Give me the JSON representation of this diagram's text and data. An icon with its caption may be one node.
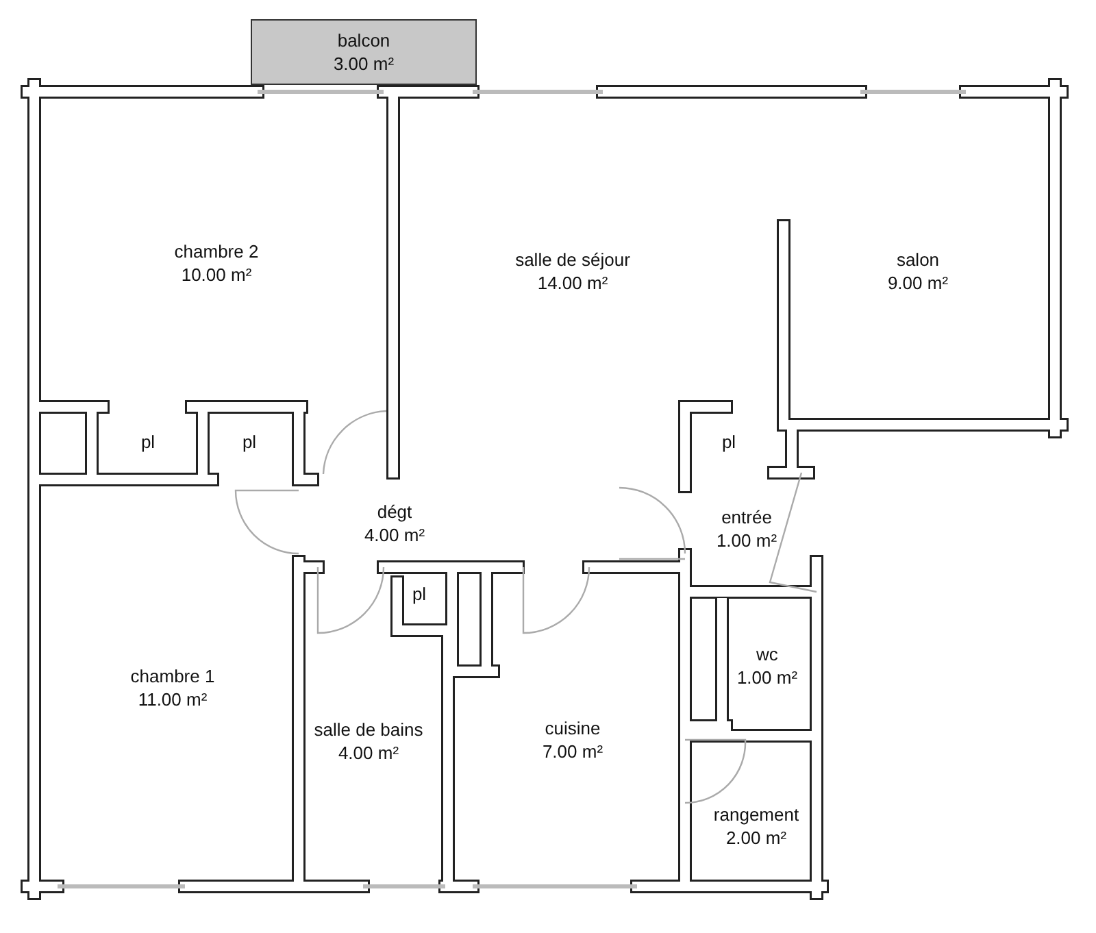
{
  "diagram": {
    "nodes": [
      {
        "text": [
          "balcon",
          "3.00 m²"
        ]
      },
      {
        "text": [
          "chambre 2",
          "10.00 m²"
        ]
      },
      {
        "text": [
          "salle de séjour",
          "14.00 m²"
        ]
      },
      {
        "text": [
          "salon",
          "9.00 m²"
        ]
      },
      {
        "text": [
          "pl"
        ]
      },
      {
        "text": [
          "pl"
        ]
      },
      {
        "text": [
          "pl"
        ]
      },
      {
        "text": [
          "dégt",
          "4.00 m²"
        ]
      },
      {
        "text": [
          "entrée",
          "1.00 m²"
        ]
      },
      {
        "text": [
          "pl"
        ]
      },
      {
        "text": [
          "chambre 1",
          "11.00 m²"
        ]
      },
      {
        "text": [
          "salle de bains",
          "4.00 m²"
        ]
      },
      {
        "text": [
          "cuisine",
          "7.00 m²"
        ]
      },
      {
        "text": [
          "wc",
          "1.00 m²"
        ]
      },
      {
        "text": [
          "rangement",
          "2.00 m²"
        ]
      }
    ]
  }
}
